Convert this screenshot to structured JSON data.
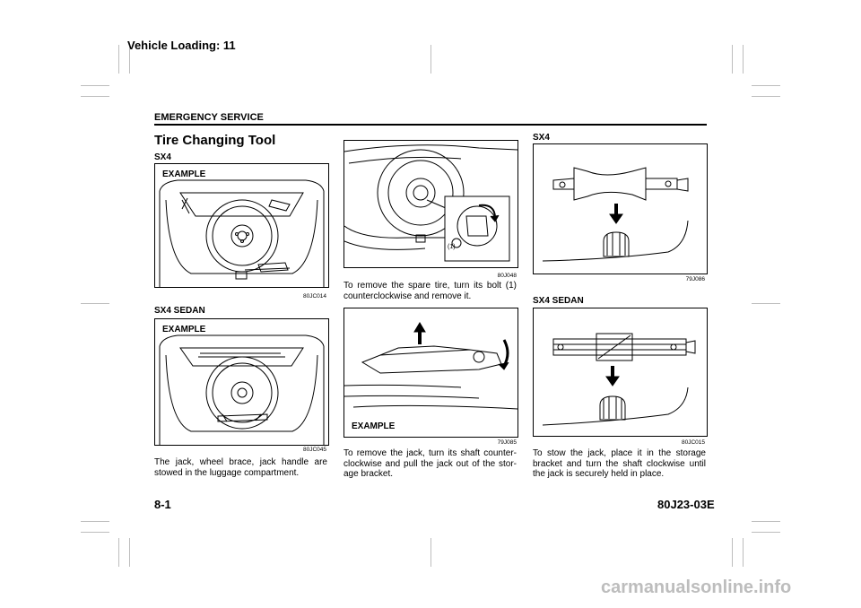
{
  "header": {
    "title": "Vehicle Loading: 11",
    "section": "EMERGENCY SERVICE"
  },
  "main": {
    "heading": "Tire Changing Tool",
    "col1": {
      "label_sx4": "SX4",
      "fig1": {
        "tag": "EXAMPLE",
        "code": "80JC014"
      },
      "label_sedan": "SX4 SEDAN",
      "fig2": {
        "tag": "EXAMPLE",
        "code": "80JC045"
      },
      "text": "The jack, wheel brace, jack handle are stowed in the luggage compartment."
    },
    "col2": {
      "fig1": {
        "callout": "(1)",
        "code": "80J048"
      },
      "text1": "To remove the spare tire, turn its bolt (1) counterclockwise and remove it.",
      "fig2": {
        "tag": "EXAMPLE",
        "code": "79J085"
      },
      "text2": "To remove the jack, turn its shaft counter-clockwise and pull the jack out of the stor-age bracket."
    },
    "col3": {
      "label_sx4": "SX4",
      "fig1": {
        "code": "79J086"
      },
      "label_sedan": "SX4 SEDAN",
      "fig2": {
        "code": "80JC015"
      },
      "text": "To stow the jack, place it in the storage bracket and turn the shaft clockwise until the jack is securely held in place."
    }
  },
  "footer": {
    "page_number": "8-1",
    "doc_code": "80J23-03E",
    "watermark": "carmanualsonline.info"
  }
}
